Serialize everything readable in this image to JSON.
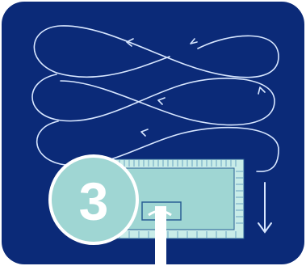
{
  "step": {
    "number": "3"
  },
  "colors": {
    "background": "#ffffff",
    "panel": "#0b2a78",
    "panel_edge": "#0d2f86",
    "path_line": "#d7e6ff",
    "circle_fill": "#9fd6d3",
    "circle_stroke": "#ffffff",
    "mop_fill": "#9fd6d3",
    "mop_fringe": "#c8ece8",
    "mop_outline": "#2a5f94",
    "handle": "#ffffff",
    "number_text": "#ffffff"
  },
  "icons": {
    "panel": "rounded-square-panel",
    "path": "figure-eight-cleaning-path-icon",
    "arrows": "direction-arrow-icons",
    "mop": "flat-mop-icon",
    "down_arrow": "down-arrow-icon",
    "step_badge": "step-number-circle-icon"
  }
}
